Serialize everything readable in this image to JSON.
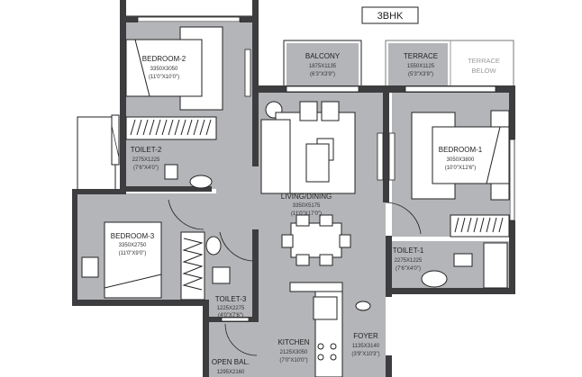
{
  "unit_type": "3BHK",
  "rooms": {
    "bedroom2": {
      "name": "BEDROOM-2",
      "size_mm": "3350X3050",
      "size_ft": "(11'0\"X10'0\")"
    },
    "balcony": {
      "name": "BALCONY",
      "size_mm": "1875X1135",
      "size_ft": "(6'3\"X3'9\")"
    },
    "terrace": {
      "name": "TERRACE",
      "size_mm": "1550X1125",
      "size_ft": "(5'3\"X3'9\")"
    },
    "terrace_below": {
      "line1": "TERRACE",
      "line2": "BELOW"
    },
    "bedroom1": {
      "name": "BEDROOM-1",
      "size_mm": "3050X3800",
      "size_ft": "(10'0\"X12'6\")"
    },
    "toilet2": {
      "name": "TOILET-2",
      "size_mm": "2275X1225",
      "size_ft": "(7'6\"X4'0\")"
    },
    "living": {
      "name": "LIVING/DINING",
      "size_mm": "3350X5175",
      "size_ft": "(11'0\"X17'0\")"
    },
    "bedroom3": {
      "name": "BEDROOM-3",
      "size_mm": "3350X2750",
      "size_ft": "(11'0\"X9'0\")"
    },
    "toilet1": {
      "name": "TOILET-1",
      "size_mm": "2275X1225",
      "size_ft": "(7'6\"X4'0\")"
    },
    "toilet3": {
      "name": "TOILET-3",
      "size_mm": "1225X2275",
      "size_ft": "(4'0\"X7'6\")"
    },
    "kitchen": {
      "name": "KITCHEN",
      "size_mm": "2125X3050",
      "size_ft": "(7'0\"X10'0\")"
    },
    "foyer": {
      "name": "FOYER",
      "size_mm": "1135X3140",
      "size_ft": "(3'9\"X10'3\")"
    },
    "open_balcony": {
      "name": "OPEN BAL.",
      "size_mm": "1295X2160"
    }
  },
  "colors": {
    "wall": "#3d3d3f",
    "floor": "#b4b5b8"
  }
}
